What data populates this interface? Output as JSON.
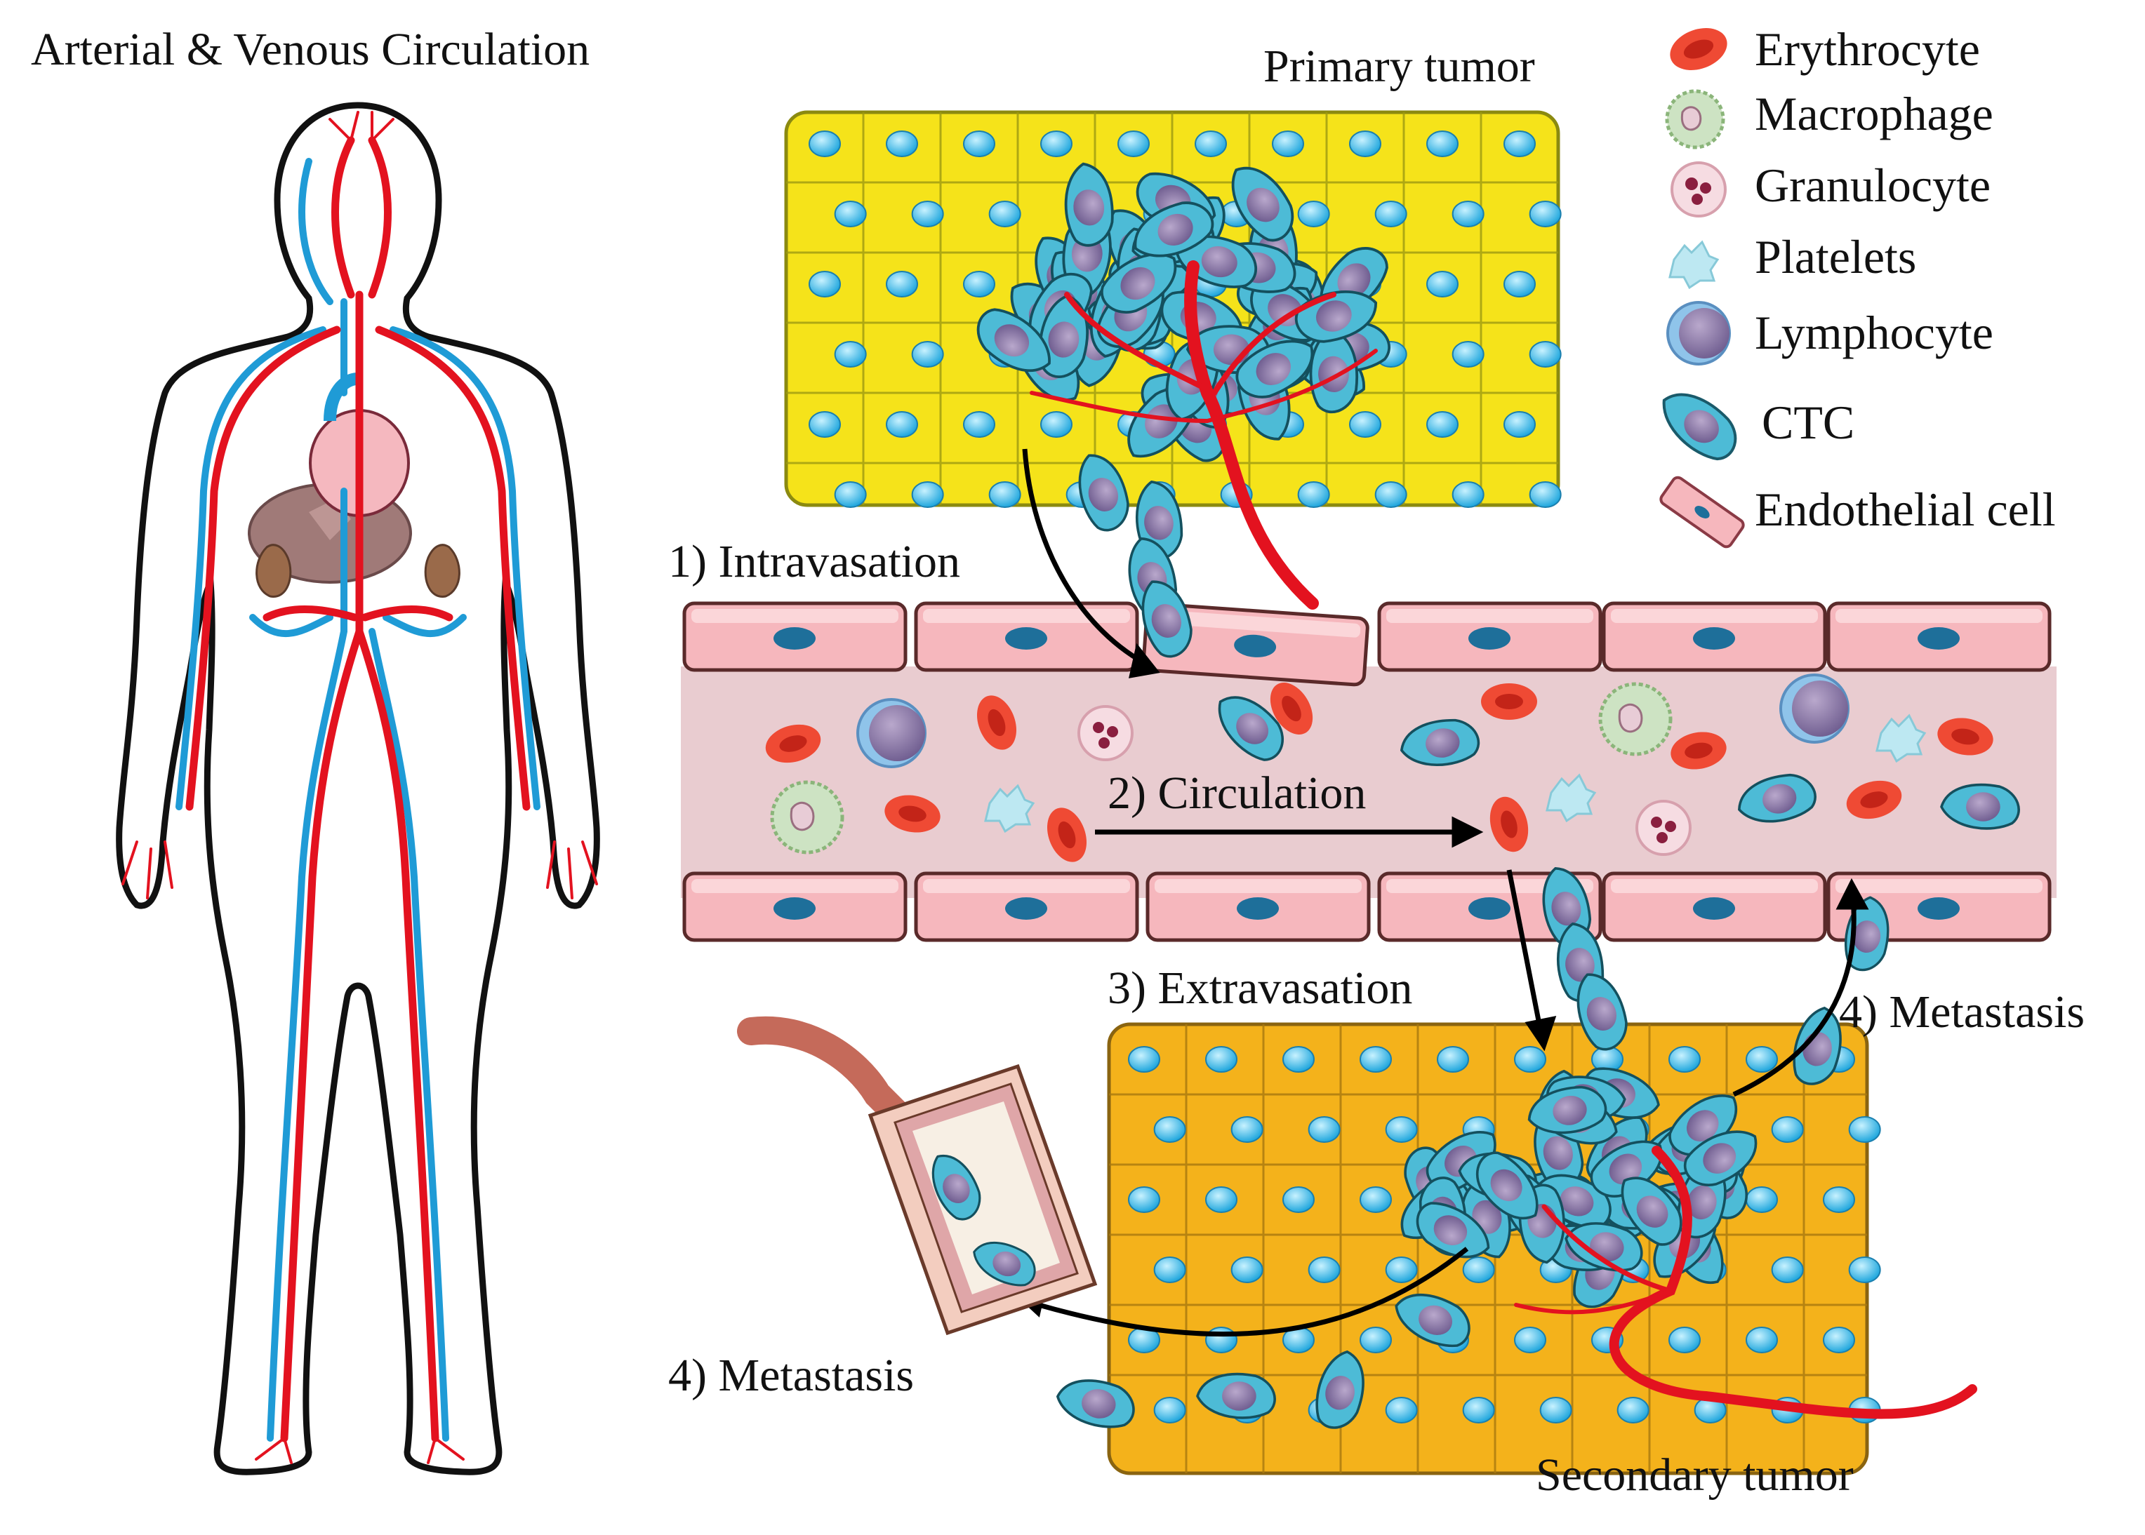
{
  "title": "Arterial & Venous Circulation",
  "sections": {
    "primary_tumor": "Primary tumor",
    "secondary_tumor": "Secondary tumor"
  },
  "steps": {
    "intravasation": "1) Intravasation",
    "circulation": "2) Circulation",
    "extravasation": "3) Extravasation",
    "metastasis_right": "4) Metastasis",
    "metastasis_left": "4) Metastasis"
  },
  "legend": [
    {
      "label": "Erythrocyte",
      "icon": "erythrocyte-icon"
    },
    {
      "label": "Macrophage",
      "icon": "macrophage-icon"
    },
    {
      "label": "Granulocyte",
      "icon": "granulocyte-icon"
    },
    {
      "label": "Platelets",
      "icon": "platelets-icon"
    },
    {
      "label": "Lymphocyte",
      "icon": "lymphocyte-icon"
    },
    {
      "label": "CTC",
      "icon": "ctc-icon"
    },
    {
      "label": "Endothelial cell",
      "icon": "endothelial-cell-icon"
    }
  ],
  "colors": {
    "primary_tissue": "#f5e31a",
    "secondary_tissue": "#f4b21b",
    "nucleus_blue": "#29b6e8",
    "ctc": "#4dbbd6",
    "ctc_nucleus": "#8a7aa6",
    "endothelial": "#f6b7bd",
    "vessel_lumen": "#e9ccd0",
    "artery": "#e3121f",
    "vein": "#1f9bd6",
    "erythrocyte": "#ef4a34"
  }
}
